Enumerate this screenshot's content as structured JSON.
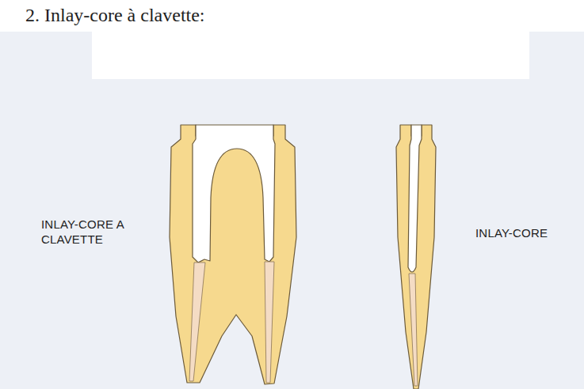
{
  "diagram": {
    "title": "2. Inlay-core à clavette:",
    "labels": [
      "INLAY-CORE A CLAVETTE",
      "INLAY-CORE"
    ]
  }
}
